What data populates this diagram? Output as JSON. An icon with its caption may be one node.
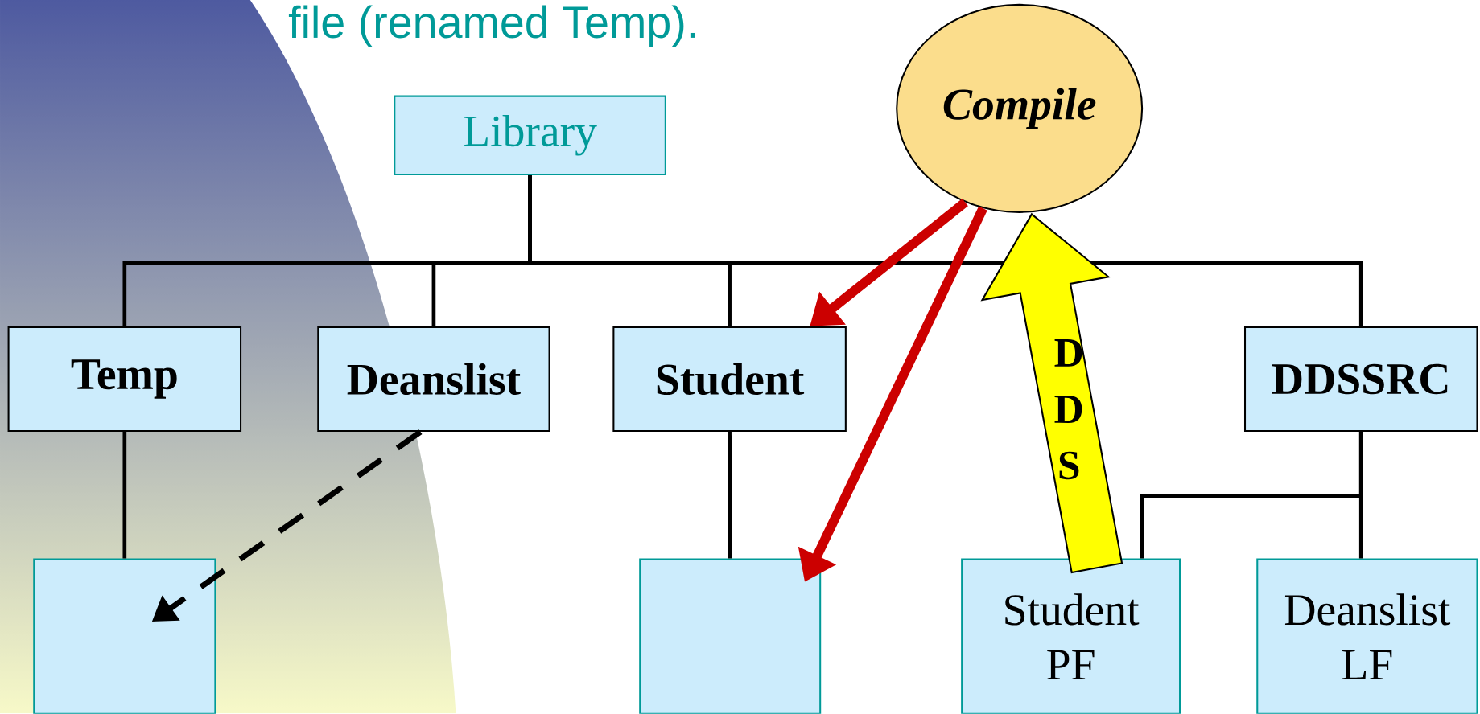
{
  "diagram": {
    "nodes": [
      {
        "text": [
          "Library"
        ]
      },
      {
        "text": [
          "Compile"
        ]
      },
      {
        "text": [
          "Temp"
        ]
      },
      {
        "text": [
          "Deanslist"
        ]
      },
      {
        "text": [
          "Student"
        ]
      },
      {
        "text": [
          "DDSSRC"
        ]
      },
      {
        "text": [],
        "shape": "box"
      },
      {
        "text": [],
        "shape": "box"
      },
      {
        "text": [
          "Student PF"
        ]
      },
      {
        "text": [
          "Deanslist LF"
        ]
      }
    ],
    "edges": [
      {
        "from": 0,
        "to": 2,
        "arrow": "none"
      },
      {
        "from": 0,
        "to": 3,
        "arrow": "none"
      },
      {
        "from": 0,
        "to": 4,
        "arrow": "none"
      },
      {
        "from": 0,
        "to": 5,
        "arrow": "none"
      },
      {
        "from": 2,
        "to": 6,
        "arrow": "none"
      },
      {
        "from": 4,
        "to": 7,
        "arrow": "none"
      },
      {
        "from": 5,
        "to": 8,
        "arrow": "none"
      },
      {
        "from": 5,
        "to": 9,
        "arrow": "none"
      },
      {
        "from": 1,
        "to": 4,
        "arrow": "to",
        "style": "thick",
        "color": "#cc0000"
      },
      {
        "from": 1,
        "to": 7,
        "arrow": "to",
        "style": "thick",
        "color": "#cc0000"
      },
      {
        "from": 3,
        "to": 6,
        "arrow": "to",
        "style": "dashed"
      },
      {
        "from": 8,
        "to": 1,
        "arrow": "to",
        "label": "D D S",
        "style": "thick",
        "color": "#ffff00"
      }
    ],
    "labels": [
      "file (renamed Temp)."
    ]
  }
}
